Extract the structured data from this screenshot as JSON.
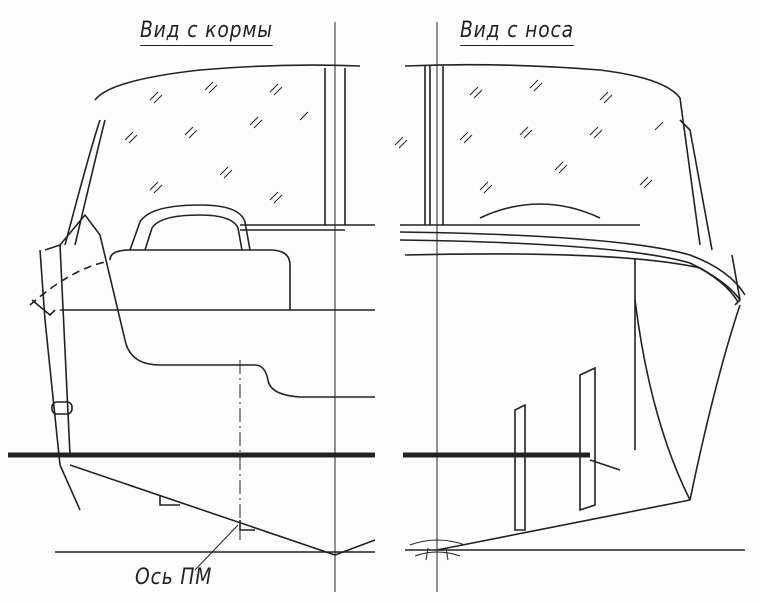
{
  "labels": {
    "stern_view": "Вид с кормы",
    "bow_view": "Вид с носа",
    "motor_axis": "Ось ПМ"
  }
}
